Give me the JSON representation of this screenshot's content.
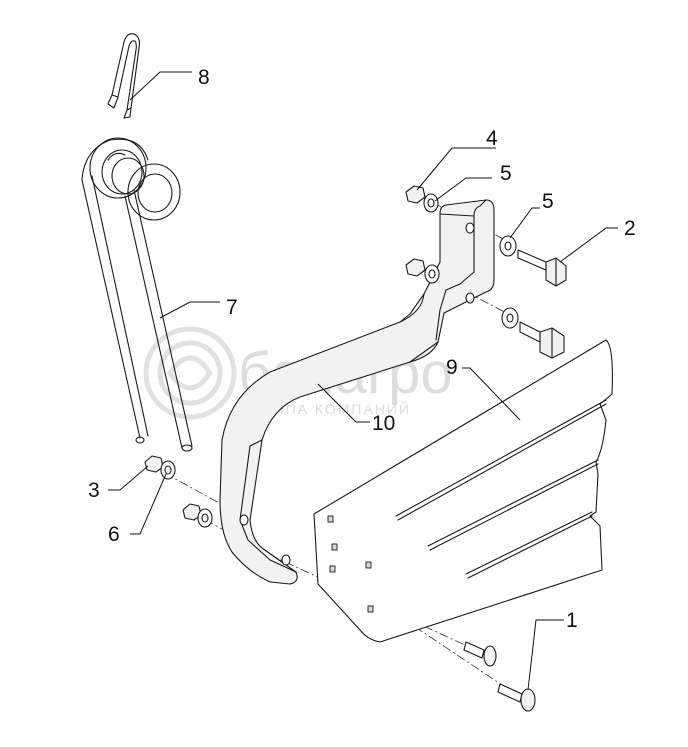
{
  "watermark": {
    "brand": "белагро",
    "tagline": "ГРУППА КОМПАНИЙ"
  },
  "callouts": [
    {
      "id": "1",
      "label": "1"
    },
    {
      "id": "2",
      "label": "2"
    },
    {
      "id": "3",
      "label": "3"
    },
    {
      "id": "4",
      "label": "4"
    },
    {
      "id": "5a",
      "label": "5"
    },
    {
      "id": "5b",
      "label": "5"
    },
    {
      "id": "6",
      "label": "6"
    },
    {
      "id": "7",
      "label": "7"
    },
    {
      "id": "8",
      "label": "8"
    },
    {
      "id": "9",
      "label": "9"
    },
    {
      "id": "10",
      "label": "10"
    }
  ]
}
